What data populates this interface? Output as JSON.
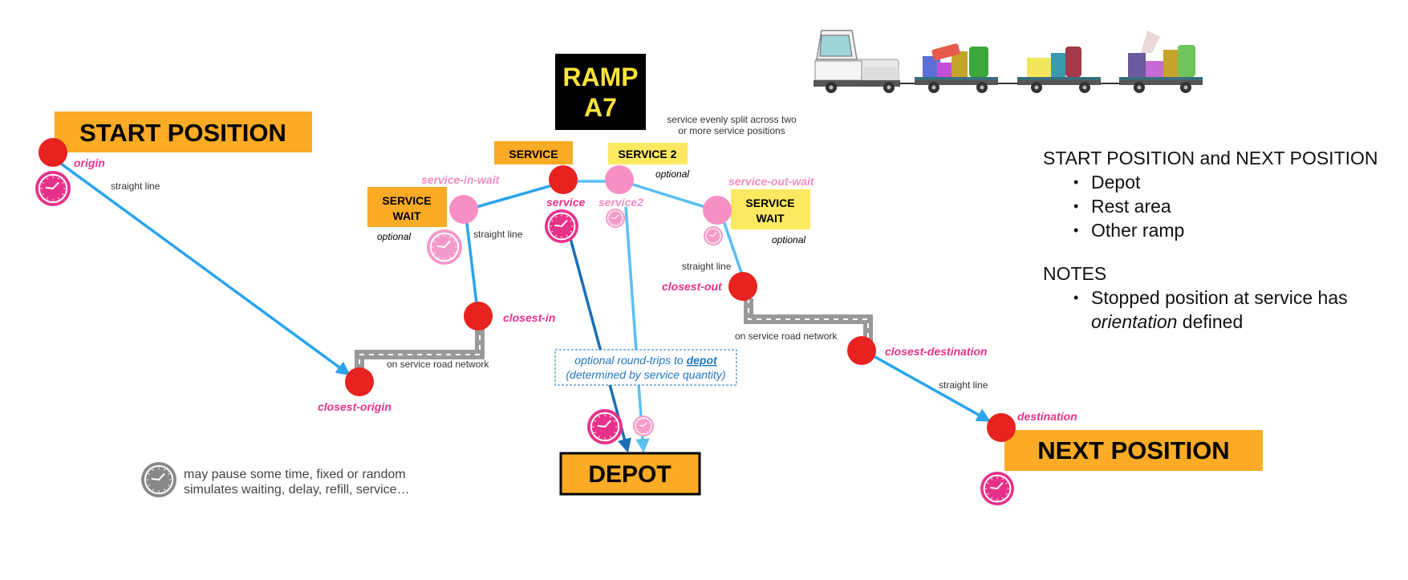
{
  "ramp_sign": {
    "line1": "RAMP",
    "line2": "A7"
  },
  "boxes": {
    "start_position": "START POSITION",
    "next_position": "NEXT POSITION",
    "depot": "DEPOT",
    "service": "SERVICE",
    "service2": "SERVICE 2",
    "service_wait_in": [
      "SERVICE",
      "WAIT"
    ],
    "service_wait_out": [
      "SERVICE",
      "WAIT"
    ]
  },
  "node_labels": {
    "origin": "origin",
    "closest_origin": "closest-origin",
    "closest_in": "closest-in",
    "service_in_wait": "service-in-wait",
    "service": "service",
    "service2": "service2",
    "service_out_wait": "service-out-wait",
    "closest_out": "closest-out",
    "closest_destination": "closest-destination",
    "destination": "destination"
  },
  "annotations": {
    "straight_line": "straight line",
    "road_network": "on service road network",
    "optional": "optional",
    "service_split": [
      "service evenly split across two",
      "or more service positions"
    ],
    "depot_trip_prefix": "optional round-trips to ",
    "depot_trip_link": "depot",
    "depot_trip_line2": "(determined by service quantity)"
  },
  "legend": {
    "icon": "clock-icon",
    "line1": "may pause some time, fixed or random",
    "line2": "simulates waiting, delay, refill, service…"
  },
  "notes": {
    "heading1": "START POSITION and NEXT POSITION",
    "positions": [
      "Depot",
      "Rest area",
      "Other ramp"
    ],
    "heading2": "NOTES",
    "note_part1": "Stopped position at service has ",
    "note_emphasis": "orientation",
    "note_part2": " defined"
  },
  "colors": {
    "node_red": "#e8221f",
    "node_pink": "#f78fc4",
    "clock_magenta": "#e8328a",
    "clock_pink": "#f49ac8",
    "clock_gray": "#888888",
    "line_blue": "#2aa4ee",
    "line_dark_blue": "#1a6eb5",
    "line_light_blue": "#5bc0f2",
    "box_orange": "#fbab25",
    "box_yellow": "#fce962",
    "label_pink": "#e8328a",
    "label_light_pink": "#f28dc2",
    "depot_text_blue": "#1e78c2"
  },
  "icons": {
    "vehicle": "baggage-tug-icon",
    "clock": "clock-icon"
  }
}
